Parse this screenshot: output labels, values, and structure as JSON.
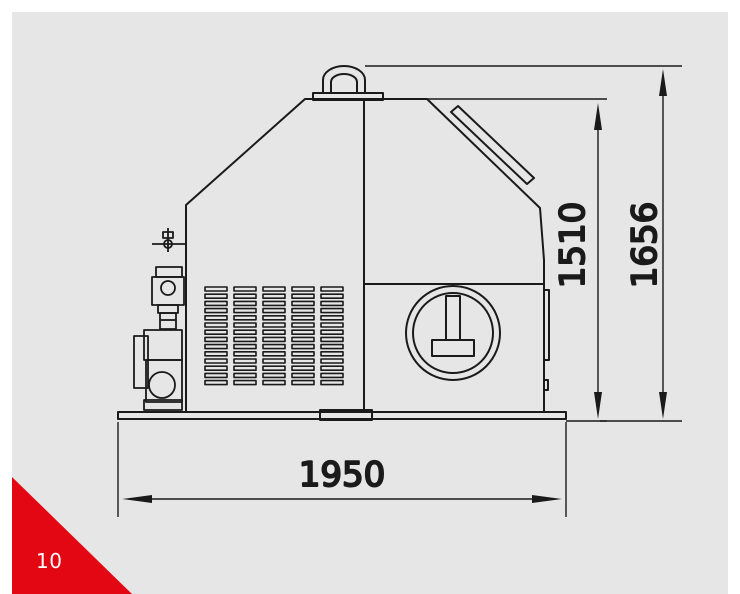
{
  "dimensions": {
    "width": "1950",
    "height_total": "1656",
    "height_body": "1510"
  },
  "page_number": "10",
  "colors": {
    "background": "#e6e6e6",
    "line": "#1a1a1a",
    "accent": "#e30613"
  }
}
